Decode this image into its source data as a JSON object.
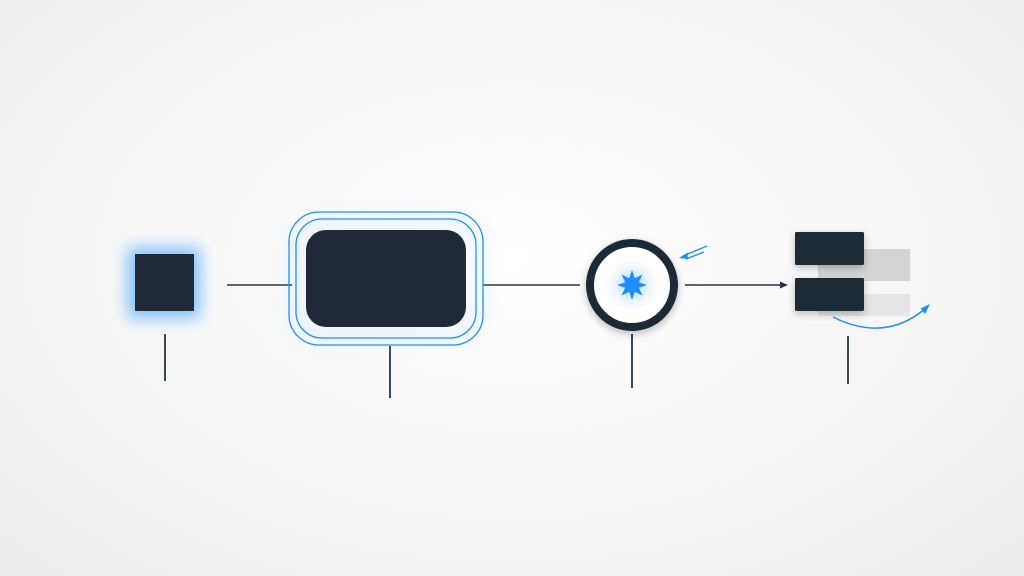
{
  "diagram": {
    "nodes": [
      {
        "id": "input-square",
        "shape": "square",
        "highlight": "glow"
      },
      {
        "id": "process-block",
        "shape": "rounded-rectangle",
        "highlight": "double-outline"
      },
      {
        "id": "hub-circle",
        "shape": "ring",
        "highlight": "starburst-core"
      },
      {
        "id": "output-stack",
        "shape": "stacked-bars",
        "highlight": "curved-arrow"
      }
    ],
    "edges": [
      {
        "from": "input-square",
        "to": "process-block",
        "arrow": false
      },
      {
        "from": "process-block",
        "to": "hub-circle",
        "arrow": false
      },
      {
        "from": "hub-circle",
        "to": "output-stack",
        "arrow": true
      }
    ]
  },
  "colors": {
    "background": "#f4f4f4",
    "node_fill": "#1f2937",
    "connector": "#2a3342",
    "accent": "#1e8fff",
    "shadow_block": "#d6d6d6"
  },
  "icons": [
    "sparkle-icon",
    "incoming-arrow-icon",
    "curved-arrow-icon"
  ]
}
